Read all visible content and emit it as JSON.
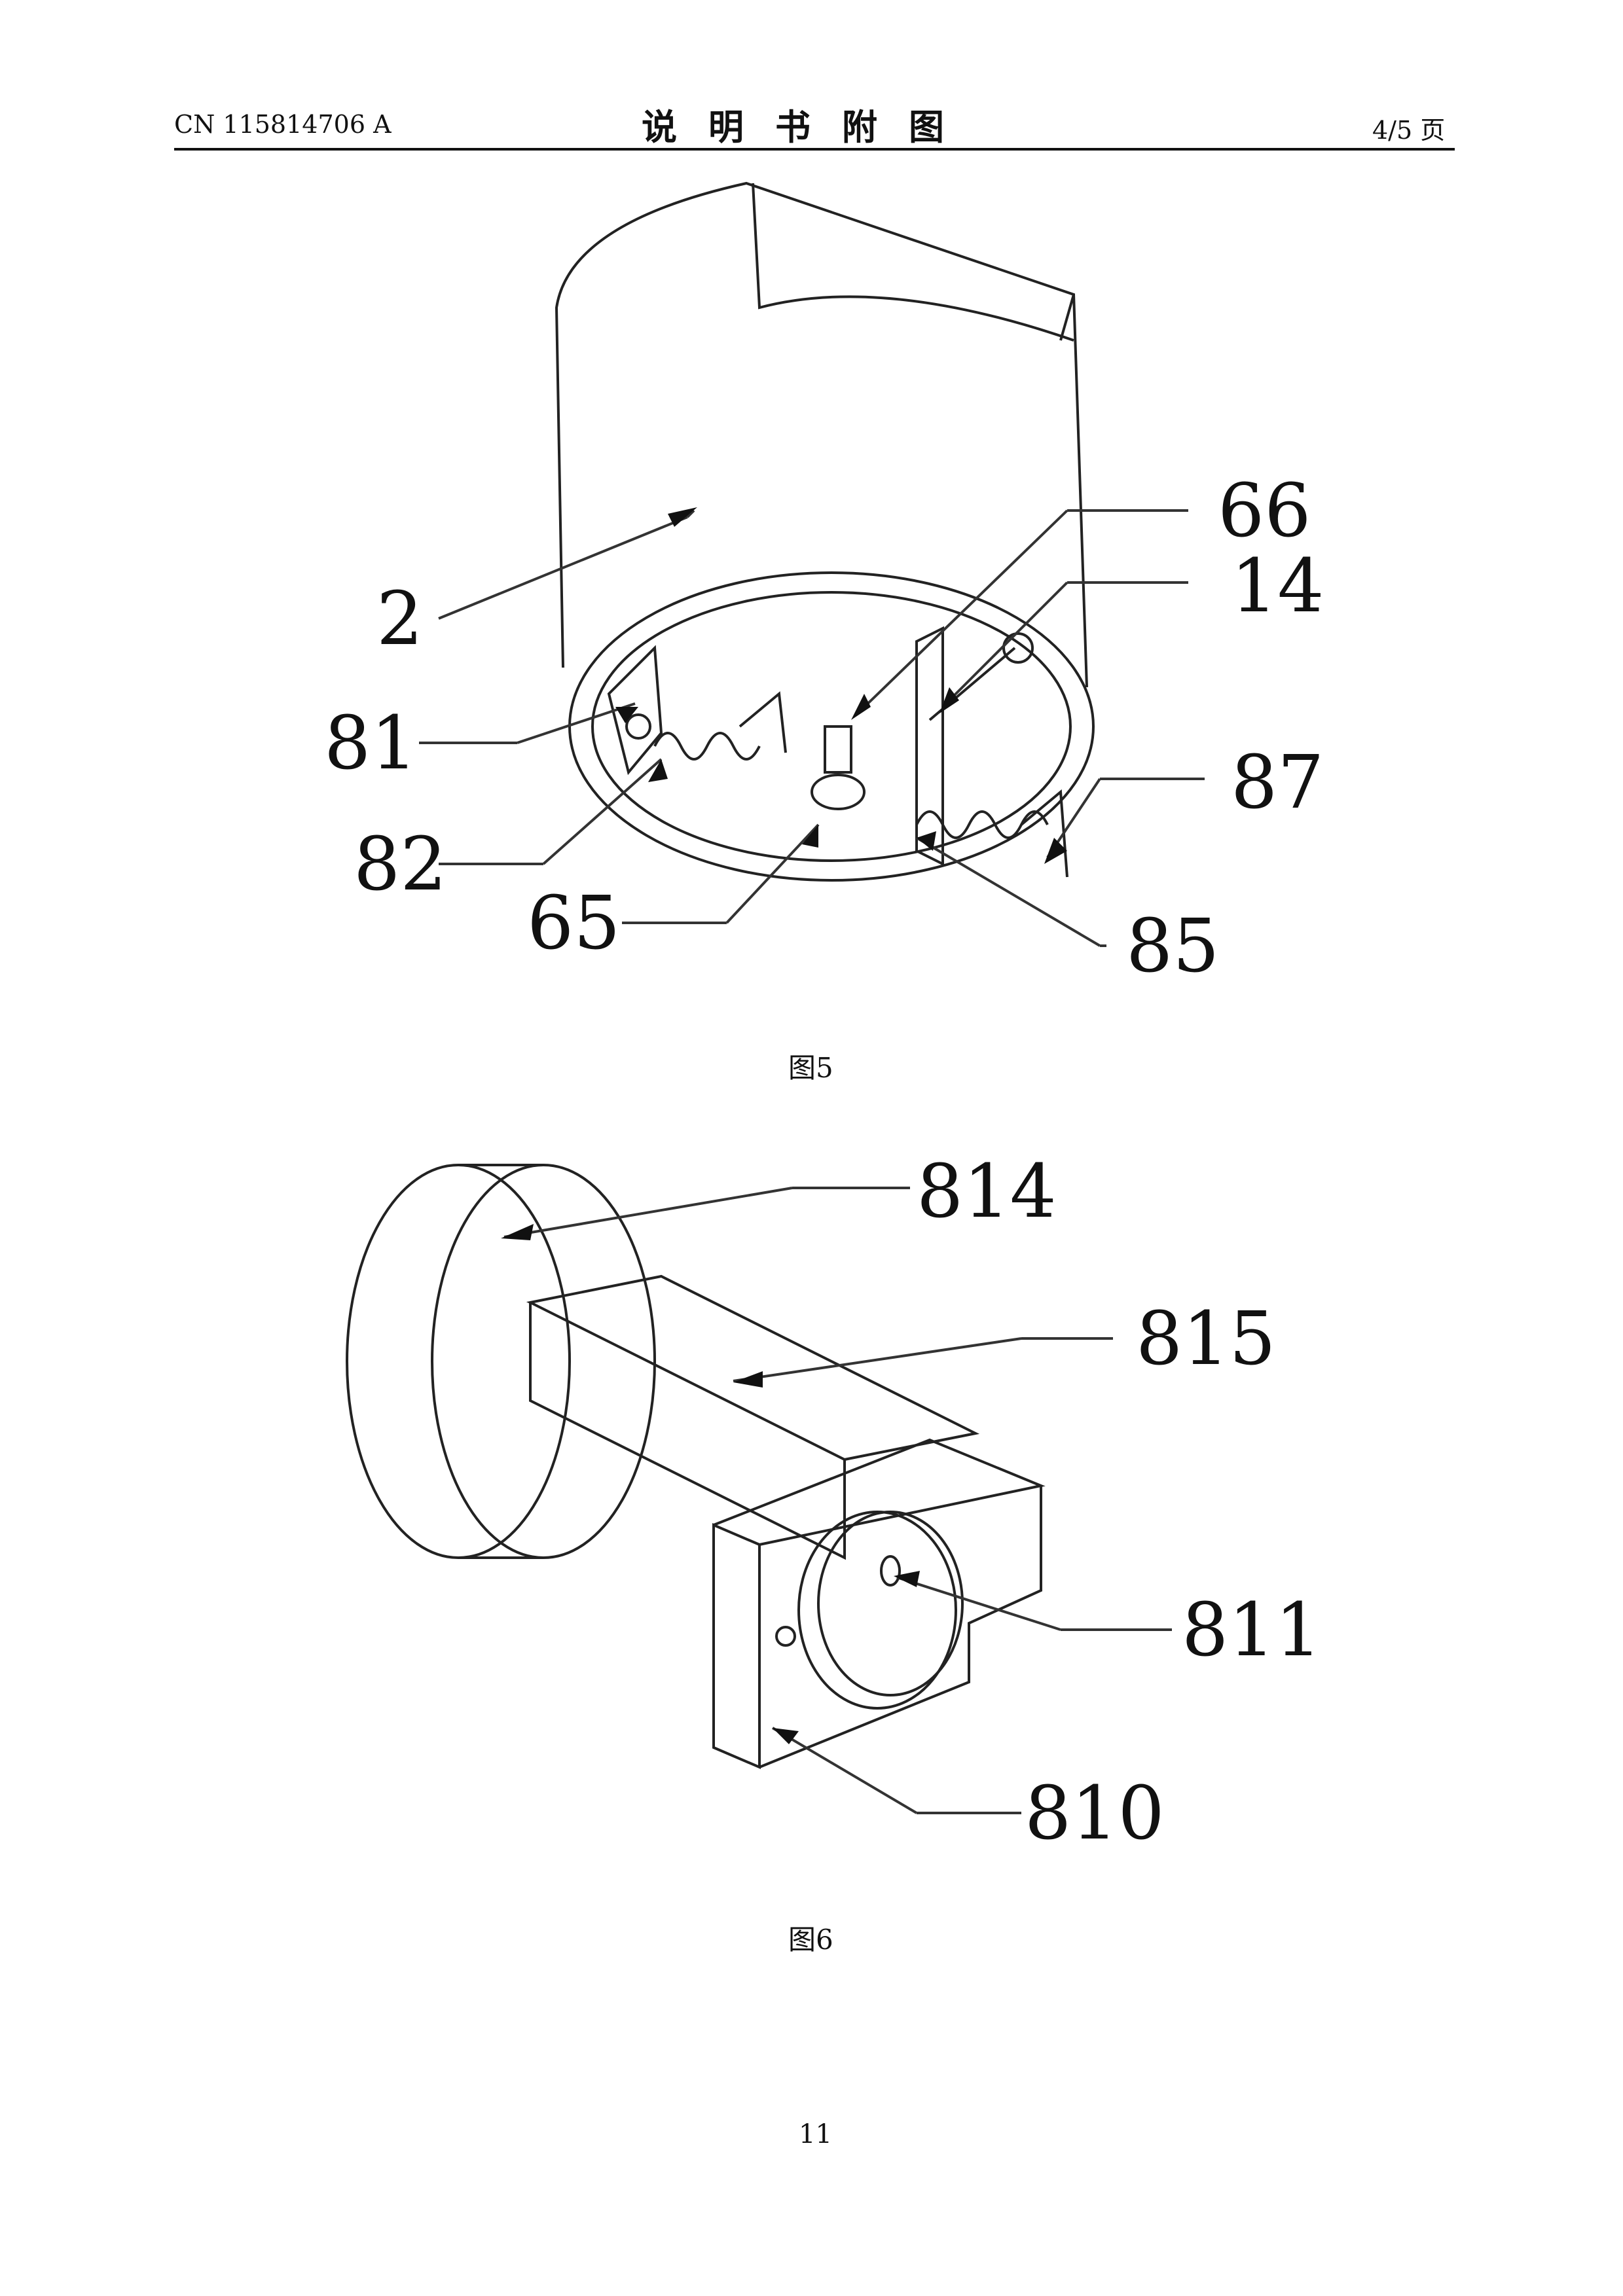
{
  "header": {
    "pub_number": "CN 115814706 A",
    "section_title": "说明书附图",
    "page_of": "4/5 页"
  },
  "figure5": {
    "caption": "图5",
    "labels": {
      "l66": "66",
      "l14": "14",
      "l2": "2",
      "l81": "81",
      "l87": "87",
      "l82": "82",
      "l65": "65",
      "l85": "85"
    }
  },
  "figure6": {
    "caption": "图6",
    "labels": {
      "l814": "814",
      "l815": "815",
      "l811": "811",
      "l810": "810"
    }
  },
  "footer": {
    "page_number": "11"
  }
}
